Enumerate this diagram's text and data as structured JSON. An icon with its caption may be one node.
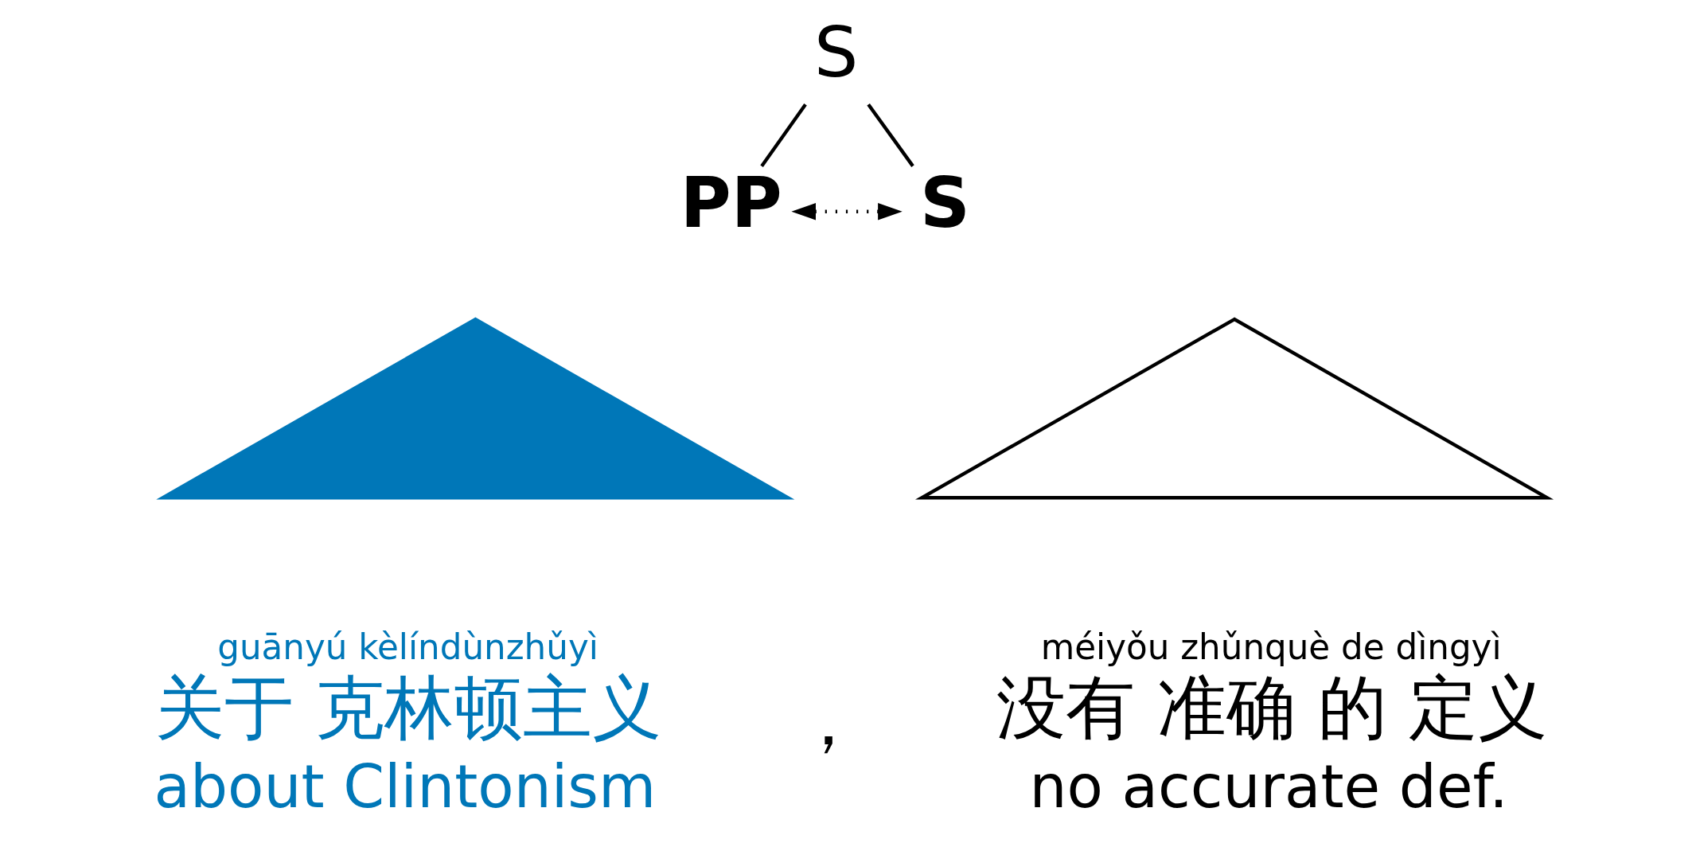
{
  "diagram": {
    "nodes": [
      {
        "text": [
          "S"
        ]
      },
      {
        "text": [
          "PP"
        ]
      },
      {
        "text": [
          "S"
        ]
      },
      {
        "text": [],
        "shape": "triangle",
        "beside": [
          "guānyú kèlíndùnzhǔyì",
          "关于 克林顿主义",
          "about Clintonism"
        ]
      },
      {
        "text": [],
        "shape": "triangle",
        "beside": [
          "méiyǒu zhǔnquè de dìngyì",
          "没有 准确 的 定义",
          "no accurate def."
        ]
      }
    ],
    "edges": [
      {
        "from": 0,
        "to": 1,
        "arrow": "none"
      },
      {
        "from": 0,
        "to": 2,
        "arrow": "none"
      },
      {
        "from": 1,
        "to": 2,
        "arrow": "both",
        "style": "dashed"
      }
    ],
    "labels": [
      "，"
    ]
  }
}
